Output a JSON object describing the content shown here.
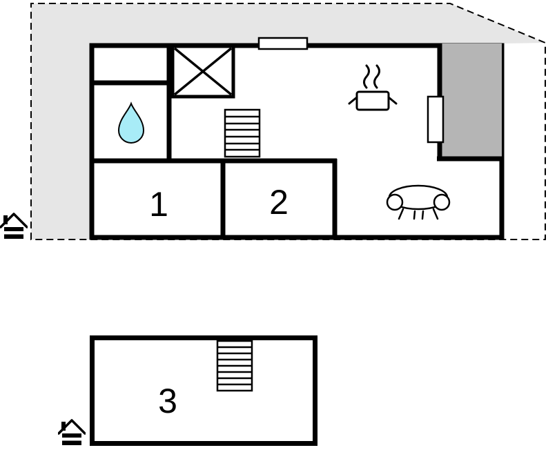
{
  "rooms": [
    {
      "id": "room-1",
      "label": "1"
    },
    {
      "id": "room-2",
      "label": "2"
    },
    {
      "id": "room-3",
      "label": "3"
    }
  ],
  "colors": {
    "wall": "#000000",
    "plot_fill": "#e6e6e6",
    "terrace_fill": "#b5b5b5",
    "water_drop": "#a8ecf7",
    "background": "#ffffff"
  },
  "icons": {
    "water_drop": "teardrop",
    "shower": "crossed-box",
    "stairs": "hatched-box",
    "stove": "pot-with-steam",
    "sofa": "couch-top-view",
    "window": "wall-opening",
    "door": "wall-opening",
    "house_marker": "house"
  }
}
